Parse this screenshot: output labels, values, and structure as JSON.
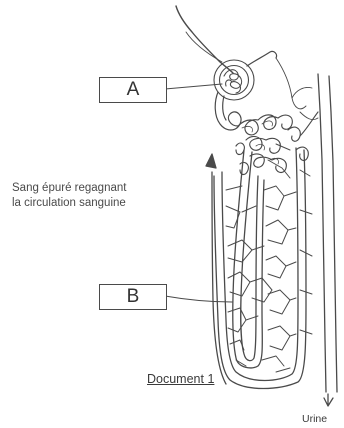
{
  "labels": {
    "a": "A",
    "b": "B"
  },
  "caption": {
    "line1": "Sang épuré regagnant",
    "line2": "la circulation sanguine"
  },
  "title": "Document 1",
  "urine": "Urine",
  "colors": {
    "ink": "#4a4a4a",
    "background": "#ffffff"
  }
}
